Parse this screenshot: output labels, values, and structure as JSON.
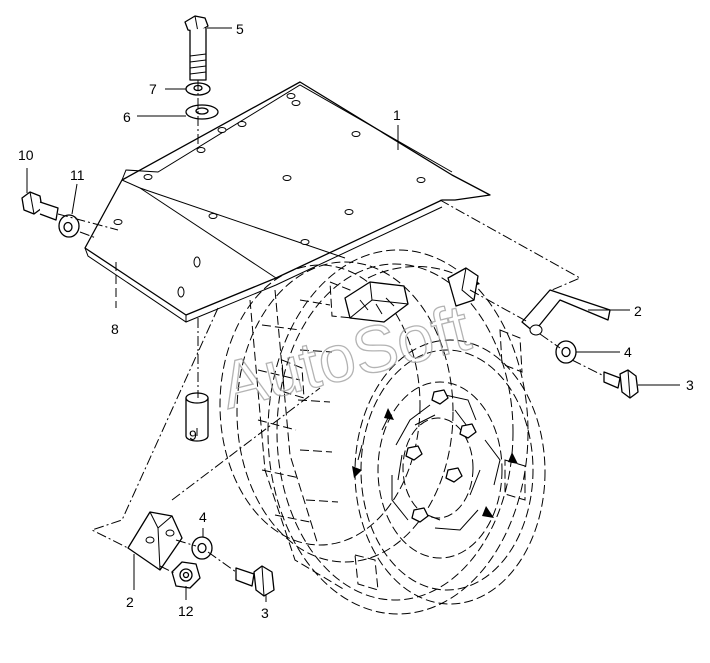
{
  "watermark": "AutoSoft",
  "callouts": [
    {
      "id": "c1",
      "label": "1"
    },
    {
      "id": "c2a",
      "label": "2"
    },
    {
      "id": "c2b",
      "label": "2"
    },
    {
      "id": "c3a",
      "label": "3"
    },
    {
      "id": "c3b",
      "label": "3"
    },
    {
      "id": "c4a",
      "label": "4"
    },
    {
      "id": "c4b",
      "label": "4"
    },
    {
      "id": "c5",
      "label": "5"
    },
    {
      "id": "c6",
      "label": "6"
    },
    {
      "id": "c7",
      "label": "7"
    },
    {
      "id": "c8",
      "label": "8"
    },
    {
      "id": "c9",
      "label": "9"
    },
    {
      "id": "c10",
      "label": "10"
    },
    {
      "id": "c11",
      "label": "11"
    },
    {
      "id": "c12",
      "label": "12"
    }
  ],
  "colors": {
    "line": "#000000",
    "background": "#ffffff",
    "watermark": "#9a9a9a"
  }
}
